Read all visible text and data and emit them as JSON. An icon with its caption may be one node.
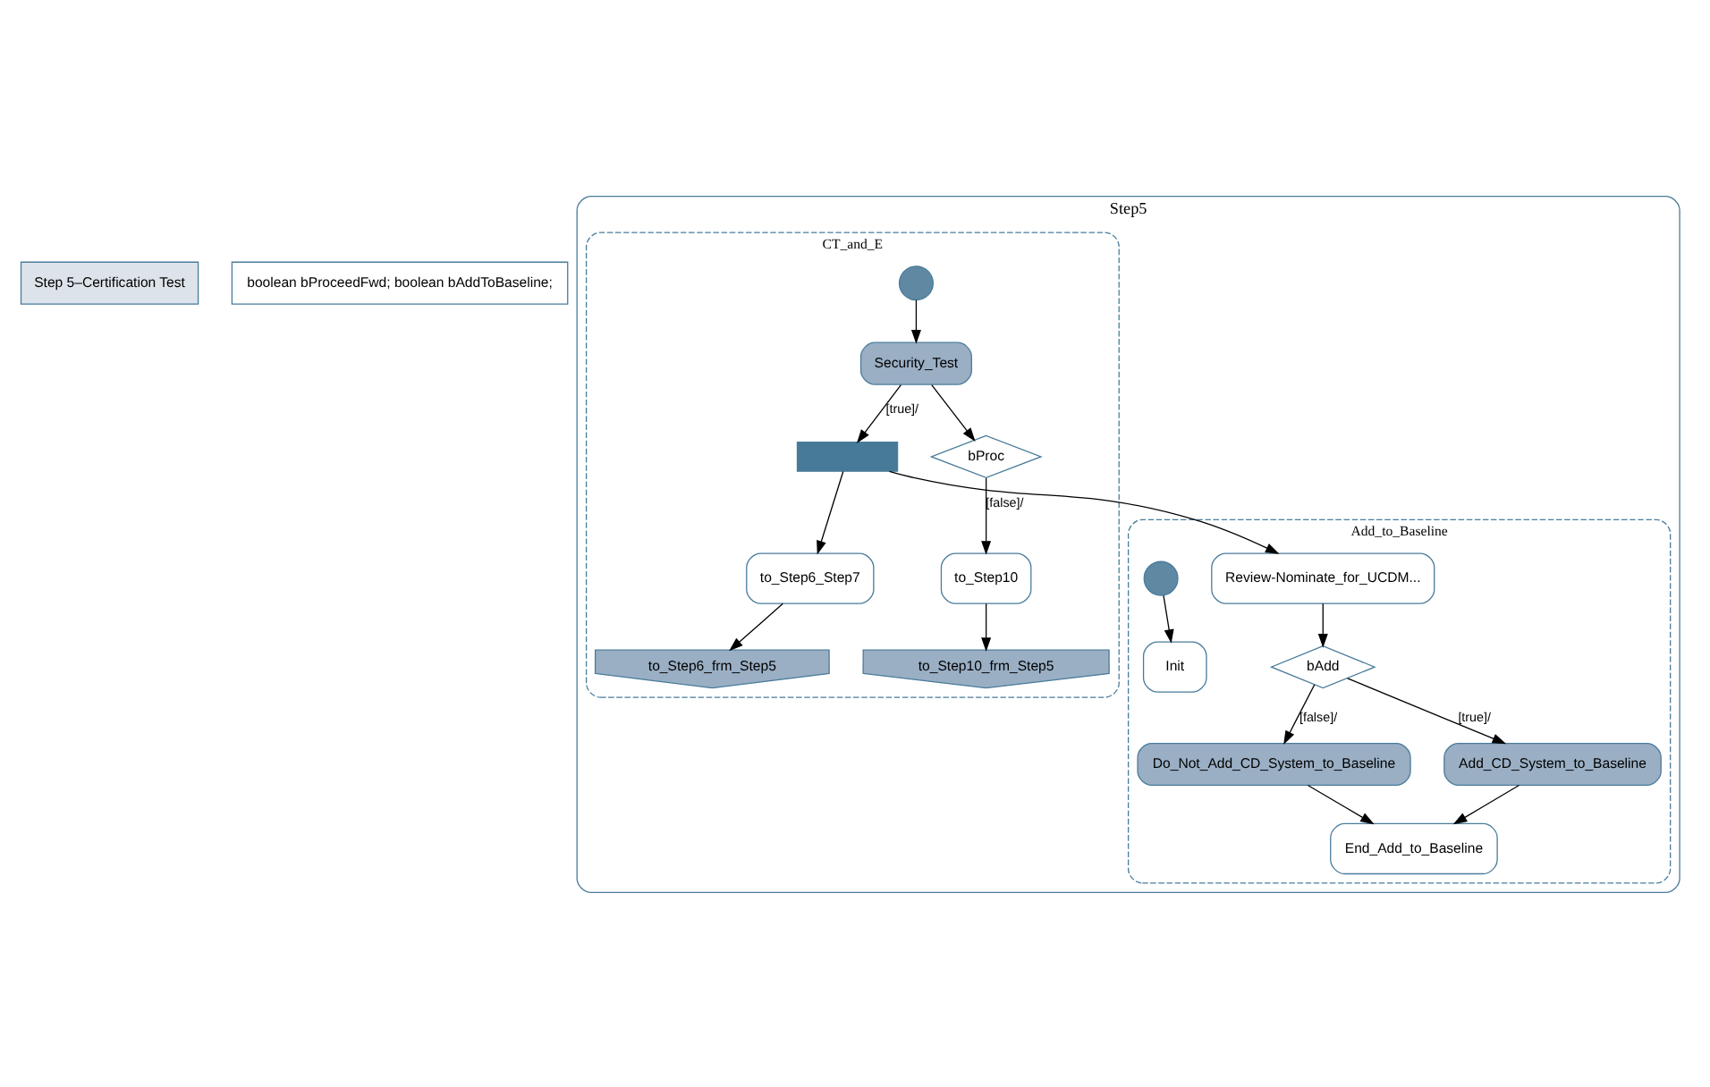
{
  "diagram": {
    "nodes": [
      {
        "text": [
          "Step 5–Certification Test"
        ]
      },
      {
        "text": [
          "boolean bProceedFwd; boolean bAddToBaseline;"
        ]
      },
      {
        "text": [
          "Step5"
        ]
      },
      {
        "text": [
          "CT_and_E"
        ],
        "in": 2
      },
      {
        "text": [],
        "shape": "circle",
        "in": 3
      },
      {
        "text": [
          "Security_Test"
        ],
        "in": 3
      },
      {
        "text": [],
        "shape": "bar",
        "in": 3
      },
      {
        "text": [
          "bProc"
        ],
        "in": 3
      },
      {
        "text": [
          "to_Step6_Step7"
        ],
        "in": 3
      },
      {
        "text": [
          "to_Step10"
        ],
        "in": 3
      },
      {
        "text": [
          "to_Step6_frm_Step5"
        ],
        "in": 3
      },
      {
        "text": [
          "to_Step10_frm_Step5"
        ],
        "in": 3
      },
      {
        "text": [
          "Add_to_Baseline"
        ],
        "in": 2
      },
      {
        "text": [
          "Review-Nominate_for_UCDM..."
        ],
        "in": 12
      },
      {
        "text": [],
        "shape": "circle",
        "in": 12
      },
      {
        "text": [
          "Init"
        ],
        "in": 12
      },
      {
        "text": [
          "bAdd"
        ],
        "in": 12
      },
      {
        "text": [
          "Do_Not_Add_CD_System_to_Baseline"
        ],
        "in": 12
      },
      {
        "text": [
          "Add_CD_System_to_Baseline"
        ],
        "in": 12
      },
      {
        "text": [
          "End_Add_to_Baseline"
        ],
        "in": 12
      }
    ],
    "edges": [
      {
        "from": 4,
        "to": 5,
        "arrow": "to"
      },
      {
        "from": 5,
        "to": 6,
        "arrow": "to",
        "label": "[true]/"
      },
      {
        "from": 5,
        "to": 7,
        "arrow": "to"
      },
      {
        "from": 7,
        "to": 9,
        "arrow": "to",
        "label": "[false]/"
      },
      {
        "from": 9,
        "to": 11,
        "arrow": "to"
      },
      {
        "from": 6,
        "to": 8,
        "arrow": "to"
      },
      {
        "from": 8,
        "to": 10,
        "arrow": "to"
      },
      {
        "from": 6,
        "to": 13,
        "arrow": "to"
      },
      {
        "from": 14,
        "to": 15,
        "arrow": "to"
      },
      {
        "from": 13,
        "to": 16,
        "arrow": "to"
      },
      {
        "from": 16,
        "to": 17,
        "arrow": "to",
        "label": "[false]/"
      },
      {
        "from": 16,
        "to": 18,
        "arrow": "to",
        "label": "[true]/"
      },
      {
        "from": 17,
        "to": 19,
        "arrow": "to"
      },
      {
        "from": 18,
        "to": 19,
        "arrow": "to"
      }
    ]
  }
}
